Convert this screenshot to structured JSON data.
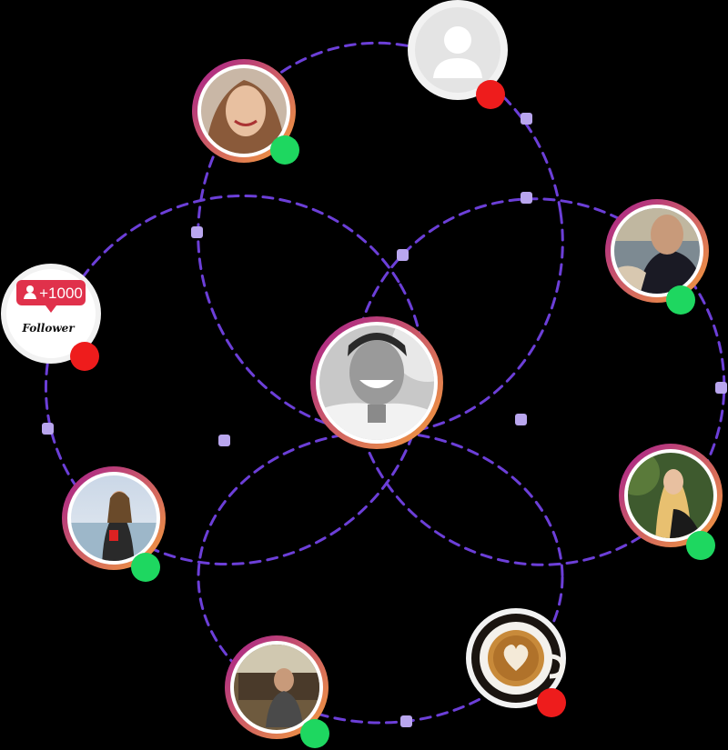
{
  "colors": {
    "background": "#000000",
    "network_line": "#6c3fd8",
    "connector_node": "#b9a6ee",
    "ring_start": "#a51c8f",
    "ring_end": "#f6a03a",
    "online": "#1ed760",
    "offline": "#ee1c1c",
    "pill": "#e0314b",
    "placeholder_bg": "#e4e4e4",
    "placeholder_fg": "#ffffff"
  },
  "center_user": {
    "name": "center-profile",
    "status": "none"
  },
  "users": [
    {
      "name": "woman-smiling-profile",
      "status": "online"
    },
    {
      "name": "default-user-profile",
      "status": "offline"
    },
    {
      "name": "man-in-car-profile",
      "status": "online"
    },
    {
      "name": "woman-blonde-profile",
      "status": "online"
    },
    {
      "name": "coffee-cup-profile",
      "status": "offline"
    },
    {
      "name": "man-seated-profile",
      "status": "online"
    },
    {
      "name": "woman-beach-profile",
      "status": "online"
    }
  ],
  "follower_badge": {
    "count": "+1000",
    "label": "Follower",
    "icon": "user-plus-icon",
    "status": "offline"
  }
}
